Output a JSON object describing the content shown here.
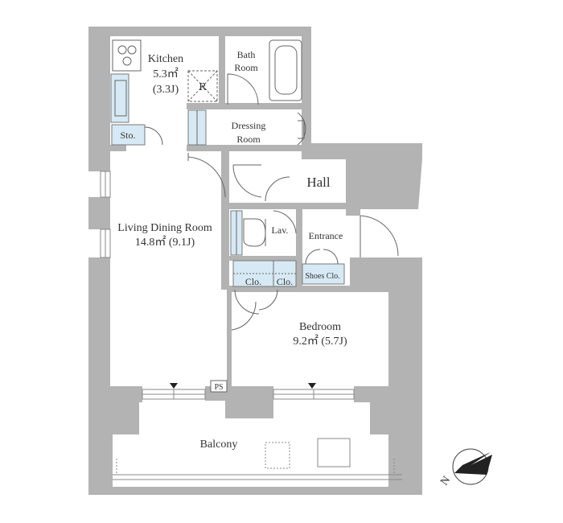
{
  "colors": {
    "wall": "#b3b3b3",
    "storage": "#d6e9f4",
    "line": "#666666",
    "text": "#333333"
  },
  "rooms": {
    "kitchen": {
      "name": "Kitchen",
      "area": "5.3㎡",
      "tatami": "(3.3J)"
    },
    "refrigerator": "R",
    "bathroom": {
      "line1": "Bath",
      "line2": "Room"
    },
    "dressing": {
      "line1": "Dressing",
      "line2": "Room"
    },
    "hall": "Hall",
    "storage": "Sto.",
    "living": {
      "name": "Living Dining Room",
      "area": "14.8㎡ (9.1J)"
    },
    "lavatory": "Lav.",
    "entrance": "Entrance",
    "shoes_closet": "Shoes Clo.",
    "closet_1": "Clo.",
    "closet_2": "Clo.",
    "bedroom": {
      "name": "Bedroom",
      "area": "9.2㎡ (5.7J)"
    },
    "pipe_space": "PS",
    "balcony": "Balcony"
  },
  "compass": {
    "label": "N"
  }
}
